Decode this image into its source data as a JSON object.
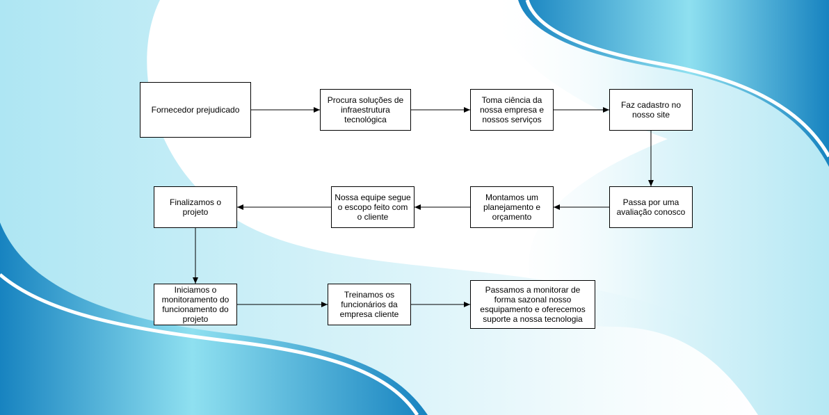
{
  "diagram": {
    "nodes": [
      {
        "id": "n1",
        "label": "Fornecedor prejudicado"
      },
      {
        "id": "n2",
        "label": "Procura soluções de infraestrutura tecnológica"
      },
      {
        "id": "n3",
        "label": "Toma ciência da nossa empresa e nossos serviços"
      },
      {
        "id": "n4",
        "label": "Faz cadastro no nosso site"
      },
      {
        "id": "n5",
        "label": "Passa por uma avaliação conosco"
      },
      {
        "id": "n6",
        "label": "Montamos um planejamento e orçamento"
      },
      {
        "id": "n7",
        "label": "Nossa equipe segue o escopo feito com o cliente"
      },
      {
        "id": "n8",
        "label": "Finalizamos o projeto"
      },
      {
        "id": "n9",
        "label": "Iniciamos o monitoramento do funcionamento do projeto"
      },
      {
        "id": "n10",
        "label": "Treinamos os funcionários da empresa cliente"
      },
      {
        "id": "n11",
        "label": "Passamos a monitorar de forma sazonal nosso esquipamento e oferecemos suporte a nossa tecnologia"
      }
    ],
    "edges": [
      {
        "from": "n1",
        "to": "n2"
      },
      {
        "from": "n2",
        "to": "n3"
      },
      {
        "from": "n3",
        "to": "n4"
      },
      {
        "from": "n4",
        "to": "n5"
      },
      {
        "from": "n5",
        "to": "n6"
      },
      {
        "from": "n6",
        "to": "n7"
      },
      {
        "from": "n7",
        "to": "n8"
      },
      {
        "from": "n8",
        "to": "n9"
      },
      {
        "from": "n9",
        "to": "n10"
      },
      {
        "from": "n10",
        "to": "n11"
      }
    ]
  },
  "colors": {
    "wave_dark": "#1a86c2",
    "wave_light": "#8fe0f0",
    "wave_pale": "#c8eff7",
    "stroke": "#000000"
  }
}
